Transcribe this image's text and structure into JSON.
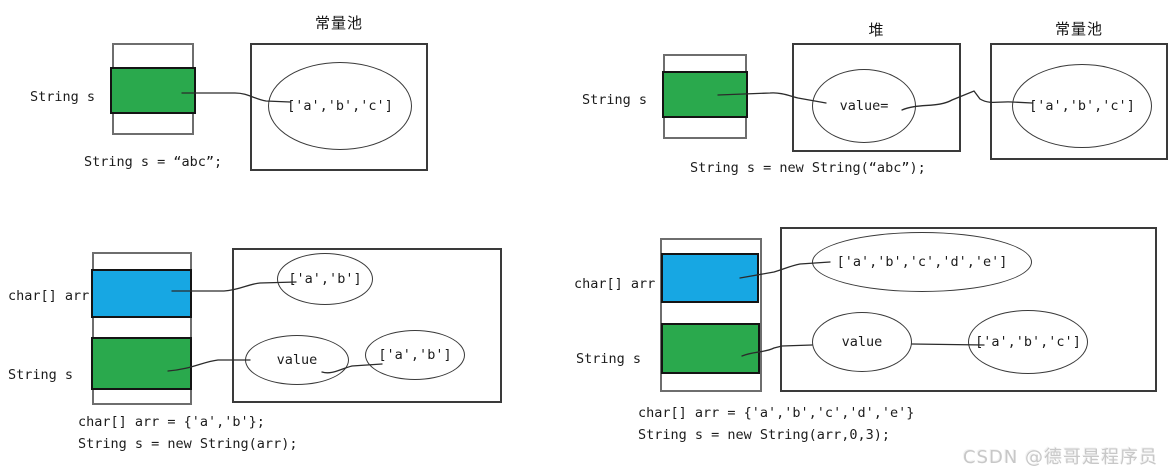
{
  "colors": {
    "green": "#2aa94d",
    "blue": "#17a7e3",
    "box_border": "#3a3a3a",
    "slot_border": "#6e6e6e",
    "line": "#2b2b2b",
    "watermark_gray": "#c8c8c8"
  },
  "diagram1": {
    "pool_title": "常量池",
    "var_label": "String s",
    "pool_value": "['a','b','c']",
    "code": "String s = “abc”;"
  },
  "diagram2": {
    "heap_title": "堆",
    "pool_title": "常量池",
    "var_label": "String s",
    "heap_value": "value=",
    "pool_value": "['a','b','c']",
    "code": "String s = new String(“abc”);"
  },
  "diagram3": {
    "arr_label": "char[] arr",
    "str_label": "String s",
    "arr_value": "['a','b']",
    "value_label": "value",
    "str_value": "['a','b']",
    "code_line1": "char[] arr = {'a','b'};",
    "code_line2": "String s = new String(arr);"
  },
  "diagram4": {
    "arr_label": "char[] arr",
    "str_label": "String s",
    "arr_value": "['a','b','c','d','e']",
    "value_label": "value",
    "str_value": "['a','b','c']",
    "code_line1": "char[] arr = {'a','b','c','d','e'}",
    "code_line2": "String s = new String(arr,0,3);"
  },
  "watermark": "CSDN @德哥是程序员"
}
